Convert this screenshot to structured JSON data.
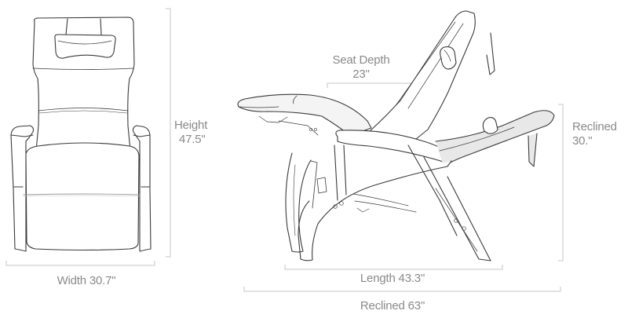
{
  "diagram": {
    "subject": "zero-gravity recliner chair dimensions",
    "views": [
      {
        "name": "front-view",
        "description": "upright chair, front elevation"
      },
      {
        "name": "side-view",
        "description": "chair in reclined position, side elevation"
      }
    ]
  },
  "dimensions": {
    "height": {
      "label": "Height",
      "value": "47.5\""
    },
    "width": {
      "label": "Width",
      "value": "30.7\"",
      "text": "Width 30.7\""
    },
    "seat_depth": {
      "label": "Seat Depth",
      "value": "23\""
    },
    "reclined_height": {
      "label": "Reclined",
      "value": "30.\""
    },
    "length": {
      "label": "Length",
      "value": "43.3\"",
      "text": "Length 43.3\""
    },
    "reclined_length": {
      "label": "Reclined",
      "value": "63\"",
      "text": "Reclined 63\""
    }
  },
  "colors": {
    "line_art": "#3a3a3a",
    "dimension_line": "#cfcfcf",
    "label_text": "#8a8a8a",
    "shade": "#e6e6e6",
    "background": "#ffffff"
  }
}
